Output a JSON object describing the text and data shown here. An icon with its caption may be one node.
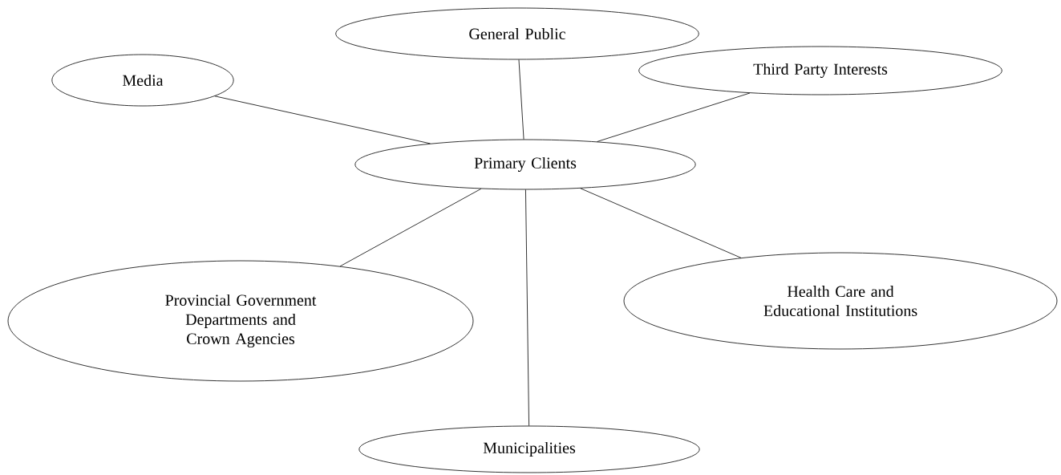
{
  "diagram": {
    "nodes": [
      {
        "text": [
          "Primary Clients"
        ]
      },
      {
        "text": [
          "Media"
        ]
      },
      {
        "text": [
          "General Public"
        ]
      },
      {
        "text": [
          "Third Party Interests"
        ]
      },
      {
        "text": [
          "Provincial Government Departments and Crown Agencies"
        ]
      },
      {
        "text": [
          "Health Care and Educational Institutions"
        ]
      },
      {
        "text": [
          "Municipalities"
        ]
      }
    ],
    "edges": [
      {
        "from": 0,
        "to": 1,
        "arrow": "none"
      },
      {
        "from": 0,
        "to": 2,
        "arrow": "none"
      },
      {
        "from": 0,
        "to": 3,
        "arrow": "none"
      },
      {
        "from": 0,
        "to": 4,
        "arrow": "none"
      },
      {
        "from": 0,
        "to": 6,
        "arrow": "none"
      },
      {
        "from": 0,
        "to": 5,
        "arrow": "none"
      }
    ]
  }
}
